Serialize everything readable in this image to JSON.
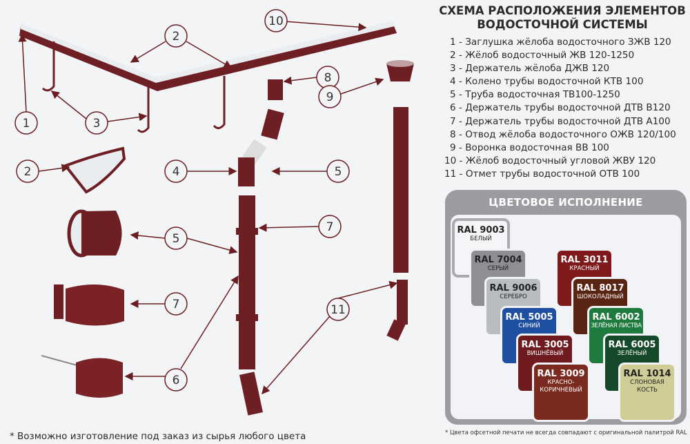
{
  "header": {
    "title_line1": "СХЕМА РАСПОЛОЖЕНИЯ ЭЛЕМЕНТОВ",
    "title_line2": "ВОДОСТОЧНОЙ СИСТЕМЫ"
  },
  "legend": [
    "1 - Заглушка жёлоба водосточного ЗЖВ 120",
    "2 - Жёлоб водосточный ЖВ 120-1250",
    "3 - Держатель жёлоба ДЖВ 120",
    "4 - Колено трубы водосточной КТВ 100",
    "5 - Труба водосточная ТВ100-1250",
    "6 - Держатель трубы водосточной ДТВ В120",
    "7 - Держатель трубы водосточной ДТВ А100",
    "8 - Отвод жёлоба водосточного ОЖВ 120/100",
    "9 - Воронка водосточная ВВ 100",
    "10 - Жёлоб водосточный угловой ЖВУ 120",
    "11 - Отмет трубы водосточной ОТВ 100"
  ],
  "callouts": [
    "1",
    "2",
    "3",
    "10",
    "8",
    "9",
    "4",
    "5",
    "2",
    "5",
    "7",
    "7",
    "11",
    "6"
  ],
  "colors": {
    "title": "ЦВЕТОВОЕ ИСПОЛНЕНИЕ",
    "swatches": [
      {
        "code": "RAL 9003",
        "name": "БЕЛЫЙ",
        "color": "#f4f5f7",
        "text": "#222"
      },
      {
        "code": "RAL 7004",
        "name": "СЕРЫЙ",
        "color": "#8e8f93",
        "text": "#222"
      },
      {
        "code": "RAL 9006",
        "name": "СЕРЕБРО",
        "color": "#b9bcc1",
        "text": "#222"
      },
      {
        "code": "RAL 5005",
        "name": "СИНИЙ",
        "color": "#1f4fa0",
        "text": "#fff"
      },
      {
        "code": "RAL 3005",
        "name": "ВИШНЁВЫЙ",
        "color": "#6e1a1e",
        "text": "#fff"
      },
      {
        "code": "RAL 3009",
        "name": "КРАСНО-КОРИЧНЕВЫЙ",
        "color": "#7a2a1e",
        "text": "#fff"
      },
      {
        "code": "RAL 3011",
        "name": "КРАСНЫЙ",
        "color": "#7e1a1c",
        "text": "#fff"
      },
      {
        "code": "RAL 8017",
        "name": "ШОКОЛАДНЫЙ",
        "color": "#5a2412",
        "text": "#fff"
      },
      {
        "code": "RAL 6002",
        "name": "ЗЕЛЁНАЯ ЛИСТВА",
        "color": "#1f7a3e",
        "text": "#fff"
      },
      {
        "code": "RAL 6005",
        "name": "ЗЕЛЁНЫЙ",
        "color": "#16492a",
        "text": "#fff"
      },
      {
        "code": "RAL 1014",
        "name": "СЛОНОВАЯ КОСТЬ",
        "color": "#cfcc96",
        "text": "#222"
      }
    ]
  },
  "note": "* Цвета офсетной печати не всегда совпадают с оригинальной палитрой RAL",
  "footer": "* Возможно изготовление под заказ из сырья любого цвета"
}
